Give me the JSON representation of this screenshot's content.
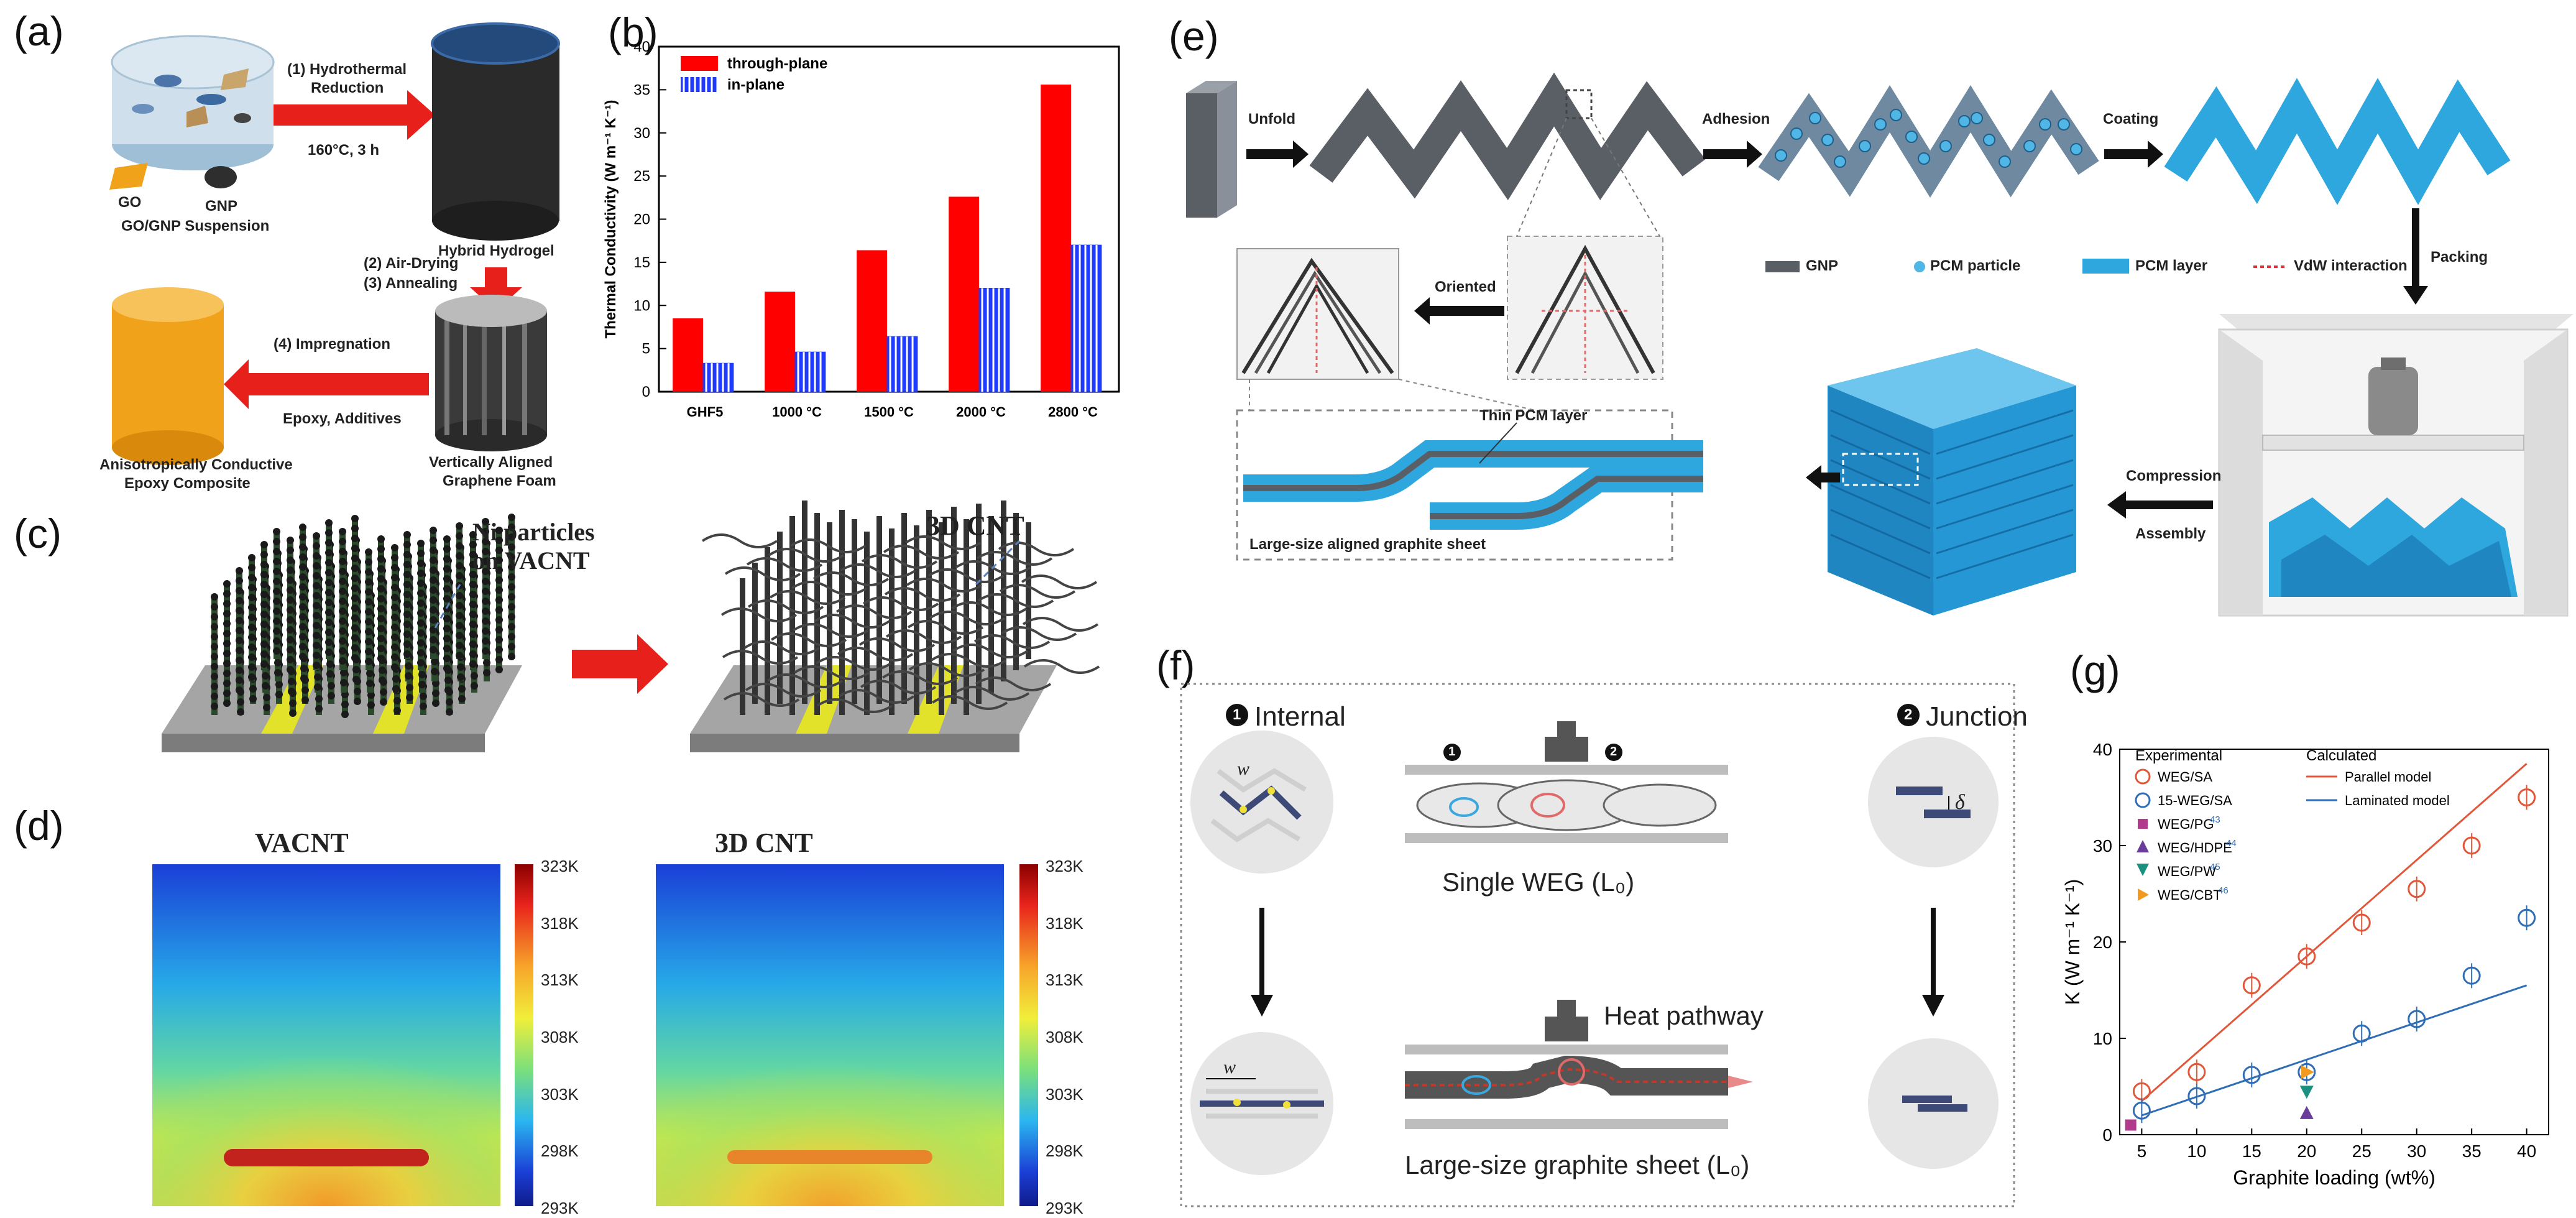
{
  "panel_a": {
    "label": "(a)",
    "step1": "(1) Hydrothermal",
    "step1b": "Reduction",
    "step1_cond": "160°C, 3 h",
    "go": "GO",
    "gnp": "GNP",
    "suspension": "GO/GNP Suspension",
    "hydrogel": "Hybrid Hydrogel",
    "step2": "(2) Air-Drying",
    "step3": "(3) Annealing",
    "step4": "(4) Impregnation",
    "additives": "Epoxy, Additives",
    "foam1": "Vertically Aligned",
    "foam2": "Graphene Foam",
    "composite1": "Anisotropically Conductive",
    "composite2": "Epoxy Composite",
    "colors": {
      "arrow": "#e8201c",
      "foam": "#2e2e2e",
      "composite": "#f0a21a"
    }
  },
  "panel_b": {
    "label": "(b)",
    "chart_data": {
      "type": "bar",
      "categories": [
        "GHF5",
        "1000 °C",
        "1500 °C",
        "2000 °C",
        "2800 °C"
      ],
      "series": [
        {
          "name": "through-plane",
          "values": [
            8.5,
            11.6,
            16.4,
            22.6,
            35.6
          ],
          "color": "#ff0000"
        },
        {
          "name": "in-plane",
          "values": [
            3.3,
            4.6,
            6.4,
            12.0,
            17.0
          ],
          "color": "#1f3bff"
        }
      ],
      "ylabel": "Thermal Conductivity (W m⁻¹ K⁻¹)",
      "ylim": [
        0,
        40
      ],
      "yticks": [
        "0",
        "5",
        "10",
        "15",
        "20",
        "25",
        "30",
        "35",
        "40"
      ],
      "legend": "top-left"
    }
  },
  "panel_c": {
    "label": "(c)",
    "ni_label1": "Ni particles",
    "ni_label2": "on VACNT",
    "cnt_label": "3D CNT"
  },
  "panel_d": {
    "label": "(d)",
    "map1_title": "VACNT",
    "map2_title": "3D CNT",
    "scale_ticks": [
      "323K",
      "318K",
      "313K",
      "308K",
      "303K",
      "298K",
      "293K"
    ]
  },
  "panel_e": {
    "label": "(e)",
    "unfold": "Unfold",
    "adhesion": "Adhesion",
    "coating": "Coating",
    "packing": "Packing",
    "oriented": "Oriented",
    "legend": [
      "GNP",
      "PCM particle",
      "PCM layer",
      "VdW interaction"
    ],
    "thin_pcm": "Thin PCM layer",
    "graphite_sheet": "Large-size aligned  graphite sheet",
    "compression": "Compression",
    "assembly": "Assembly",
    "colors": {
      "pcm": "#2ea6de",
      "gnp": "#5a5f66"
    }
  },
  "panel_f": {
    "label": "(f)",
    "internal": "Internal",
    "junction": "Junction",
    "w": "w",
    "delta": "δ",
    "single_weg": "Single WEG (L₀)",
    "heat_pathway": "Heat pathway",
    "large_sheet": "Large-size graphite sheet (L₀)",
    "n1": "1",
    "n2": "2"
  },
  "panel_g": {
    "label": "(g)",
    "chart_data": {
      "type": "scatter",
      "xlabel": "Graphite loading (wt%)",
      "ylabel": "K (W m⁻¹ K⁻¹)",
      "xlim": [
        3,
        42
      ],
      "ylim": [
        0,
        40
      ],
      "xticks": [
        5,
        10,
        15,
        20,
        25,
        30,
        35,
        40
      ],
      "yticks": [
        0,
        10,
        20,
        30,
        40
      ],
      "legend_experimental": "Experimental",
      "legend_calculated": "Calculated",
      "series": [
        {
          "name": "WEG/SA",
          "marker": "circle",
          "color": "#e0573a",
          "x": [
            5,
            10,
            15,
            20,
            25,
            30,
            35,
            40
          ],
          "y": [
            4.5,
            6.5,
            15.5,
            18.5,
            22.0,
            25.5,
            30.0,
            35.0
          ]
        },
        {
          "name": "15-WEG/SA",
          "marker": "circle",
          "color": "#2f6db5",
          "x": [
            5,
            10,
            15,
            20,
            25,
            30,
            35,
            40
          ],
          "y": [
            2.5,
            4.0,
            6.2,
            6.5,
            10.5,
            12.0,
            16.5,
            22.5
          ]
        },
        {
          "name": "WEG/PG",
          "ref": "43",
          "marker": "square",
          "color": "#b23a8c",
          "x": [
            4
          ],
          "y": [
            1.0
          ]
        },
        {
          "name": "WEG/HDPE",
          "ref": "44",
          "marker": "triangle-up",
          "color": "#6a3d9a",
          "x": [
            20
          ],
          "y": [
            2.2
          ]
        },
        {
          "name": "WEG/PW",
          "ref": "45",
          "marker": "triangle-down",
          "color": "#1a9080",
          "x": [
            20
          ],
          "y": [
            4.5
          ]
        },
        {
          "name": "WEG/CBT",
          "ref": "46",
          "marker": "triangle-right",
          "color": "#f29a1f",
          "x": [
            20
          ],
          "y": [
            6.5
          ]
        }
      ],
      "lines": [
        {
          "name": "Parallel model",
          "color": "#e0573a",
          "x": [
            5,
            40
          ],
          "y": [
            3.5,
            38.5
          ]
        },
        {
          "name": "Laminated model",
          "color": "#2f6db5",
          "x": [
            5,
            40
          ],
          "y": [
            2.0,
            15.5
          ]
        }
      ]
    }
  }
}
